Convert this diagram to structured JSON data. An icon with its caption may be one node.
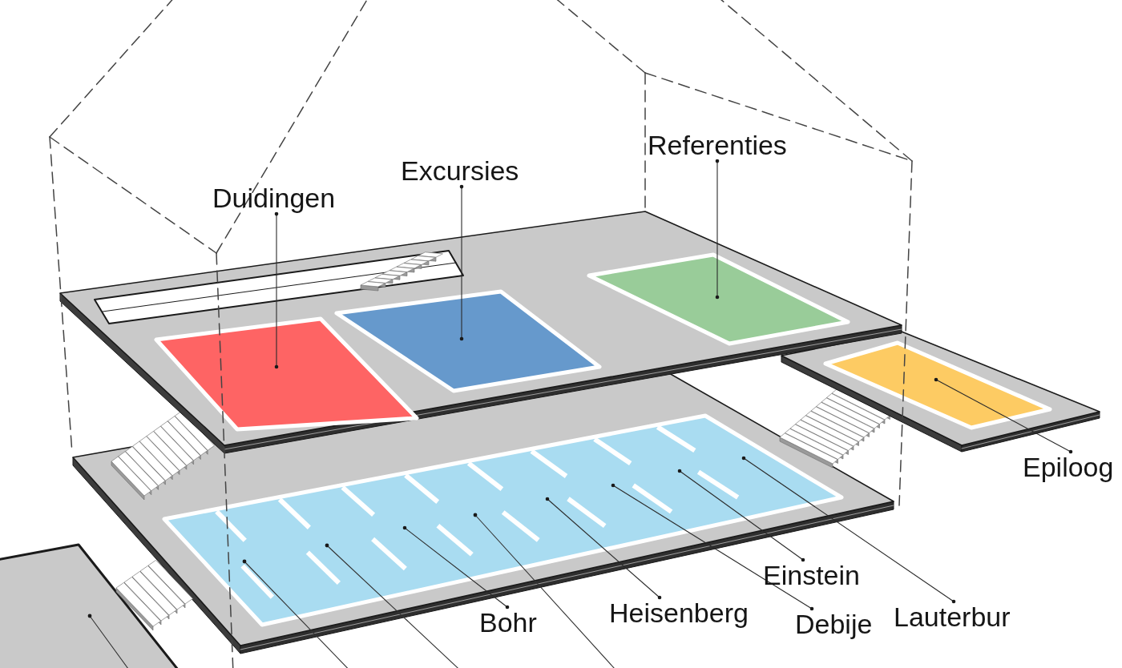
{
  "diagram": {
    "nodes": [
      {
        "text": [
          "Duidingen"
        ]
      },
      {
        "text": [
          "Excursies"
        ]
      },
      {
        "text": [
          "Referenties"
        ]
      },
      {
        "text": [
          "Epiloog"
        ]
      },
      {
        "text": [
          "Einstein"
        ]
      },
      {
        "text": [
          "Heisenberg"
        ]
      },
      {
        "text": [
          "Lauterbur"
        ]
      },
      {
        "text": [
          "Bohr"
        ]
      },
      {
        "text": [
          "Debije"
        ]
      }
    ],
    "edges": [
      {
        "from": 0,
        "to": null,
        "arrow": "other"
      },
      {
        "from": 1,
        "to": null,
        "arrow": "other"
      },
      {
        "from": 2,
        "to": null,
        "arrow": "other"
      },
      {
        "from": 3,
        "to": null,
        "arrow": "other"
      },
      {
        "from": 4,
        "to": null,
        "arrow": "other"
      },
      {
        "from": 5,
        "to": null,
        "arrow": "other"
      },
      {
        "from": 6,
        "to": null,
        "arrow": "other"
      },
      {
        "from": 7,
        "to": null,
        "arrow": "other"
      },
      {
        "from": 8,
        "to": null,
        "arrow": "other"
      }
    ]
  }
}
